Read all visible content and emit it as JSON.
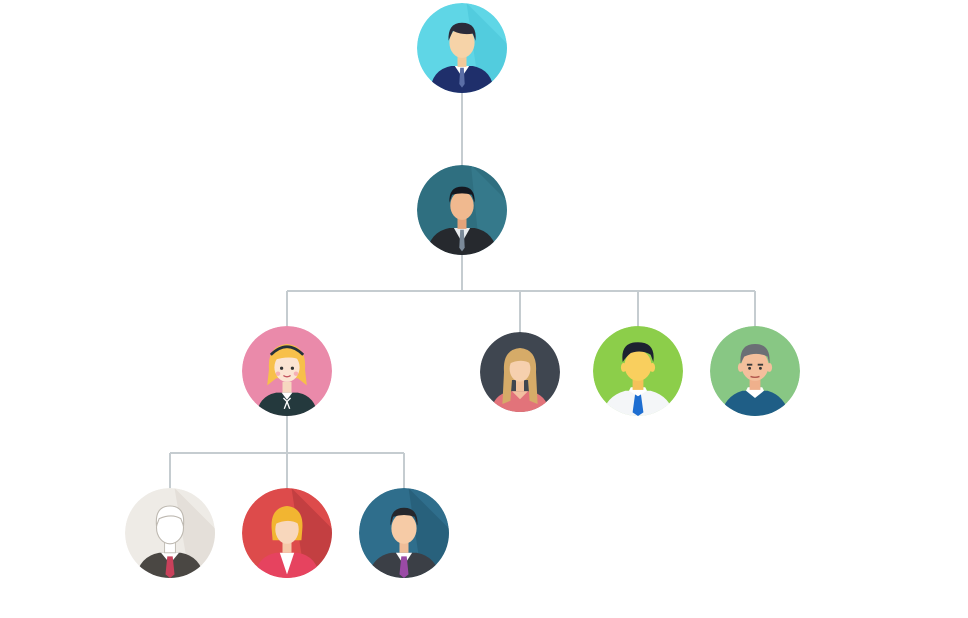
{
  "diagram": {
    "type": "org-chart",
    "connector_color": "#c5ccd0",
    "nodes": [
      {
        "id": "ceo",
        "icon": "businessman-avatar-icon",
        "bg": "#5fd6e6",
        "level": 1
      },
      {
        "id": "manager",
        "icon": "businessman-avatar-icon",
        "bg": "#2f6f80",
        "level": 2,
        "parent": "ceo"
      },
      {
        "id": "team-lead",
        "icon": "businesswoman-avatar-icon",
        "bg": "#ea8aaa",
        "level": 3,
        "parent": "manager"
      },
      {
        "id": "member-4",
        "icon": "woman-avatar-icon",
        "bg": "#3f4650",
        "level": 3,
        "parent": "manager"
      },
      {
        "id": "member-5",
        "icon": "man-avatar-icon",
        "bg": "#8cce4a",
        "level": 3,
        "parent": "manager"
      },
      {
        "id": "member-6",
        "icon": "older-man-avatar-icon",
        "bg": "#88c784",
        "level": 3,
        "parent": "manager"
      },
      {
        "id": "report-1",
        "icon": "man-avatar-icon",
        "bg": "#eeebe6",
        "level": 4,
        "parent": "team-lead"
      },
      {
        "id": "report-2",
        "icon": "businesswoman-avatar-icon",
        "bg": "#dd4b4b",
        "level": 4,
        "parent": "team-lead"
      },
      {
        "id": "report-3",
        "icon": "businessman-avatar-icon",
        "bg": "#2f6e8c",
        "level": 4,
        "parent": "team-lead"
      }
    ]
  }
}
